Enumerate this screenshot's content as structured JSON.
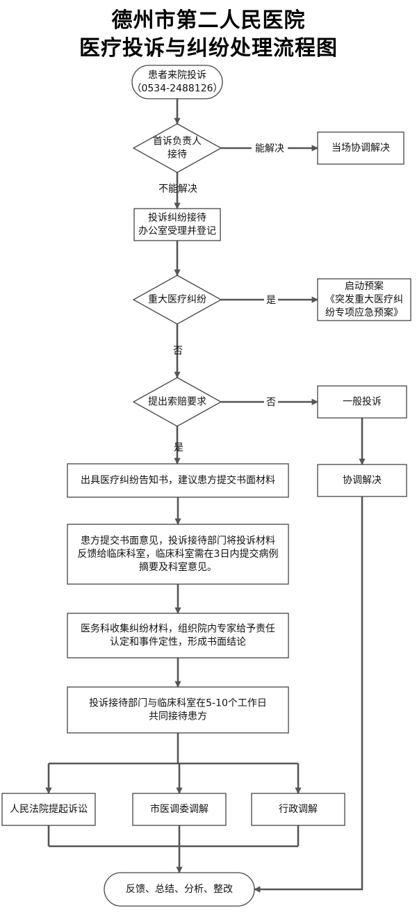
{
  "title": {
    "line1": "德州市第二人民医院",
    "line2": "医疗投诉与纠纷处理流程图"
  },
  "nodes": {
    "start": [
      "患者来院投诉",
      "（0534-2488126）"
    ],
    "first_reception": [
      "首诉负责人",
      "接待"
    ],
    "onsite_resolve": [
      "当场协调解决"
    ],
    "office_register": [
      "投诉纠纷接待",
      "办公室受理并登记"
    ],
    "major_dispute": [
      "重大医疗纠纷"
    ],
    "emergency_plan": [
      "启动预案",
      "《突发重大医疗纠",
      "纷专项应急预案》"
    ],
    "claim_compensation": [
      "提出索赔要求"
    ],
    "general_complaint": [
      "一般投诉"
    ],
    "coordinate_resolve": [
      "协调解决"
    ],
    "notice": [
      "出具医疗纠纷告知书，建议患方提交书面材料"
    ],
    "written_opinion": [
      "患方提交书面意见，投诉接待部门将投诉材料",
      "反馈给临床科室，临床科室需在3日内提交病例",
      "摘要及科室意见。"
    ],
    "expert_review": [
      "医务科收集纠纷材料，组织院内专家给予责任",
      "认定和事件定性，形成书面结论"
    ],
    "joint_reception": [
      "投诉接待部门与临床科室在5-10个工作日",
      "共同接待患方"
    ],
    "lawsuit": [
      "人民法院提起诉讼"
    ],
    "mediation": [
      "市医调委调解"
    ],
    "admin_mediation": [
      "行政调解"
    ],
    "end": [
      "反馈、总结、分析、整改"
    ]
  },
  "edge_labels": {
    "can_resolve": "能解决",
    "cannot_resolve": "不能解决",
    "yes_major": "是",
    "no_major": "否",
    "no_claim": "否",
    "yes_claim": "是"
  },
  "colors": {
    "line": "#555555",
    "border": "#444444",
    "text": "#111111",
    "background": "#ffffff"
  }
}
